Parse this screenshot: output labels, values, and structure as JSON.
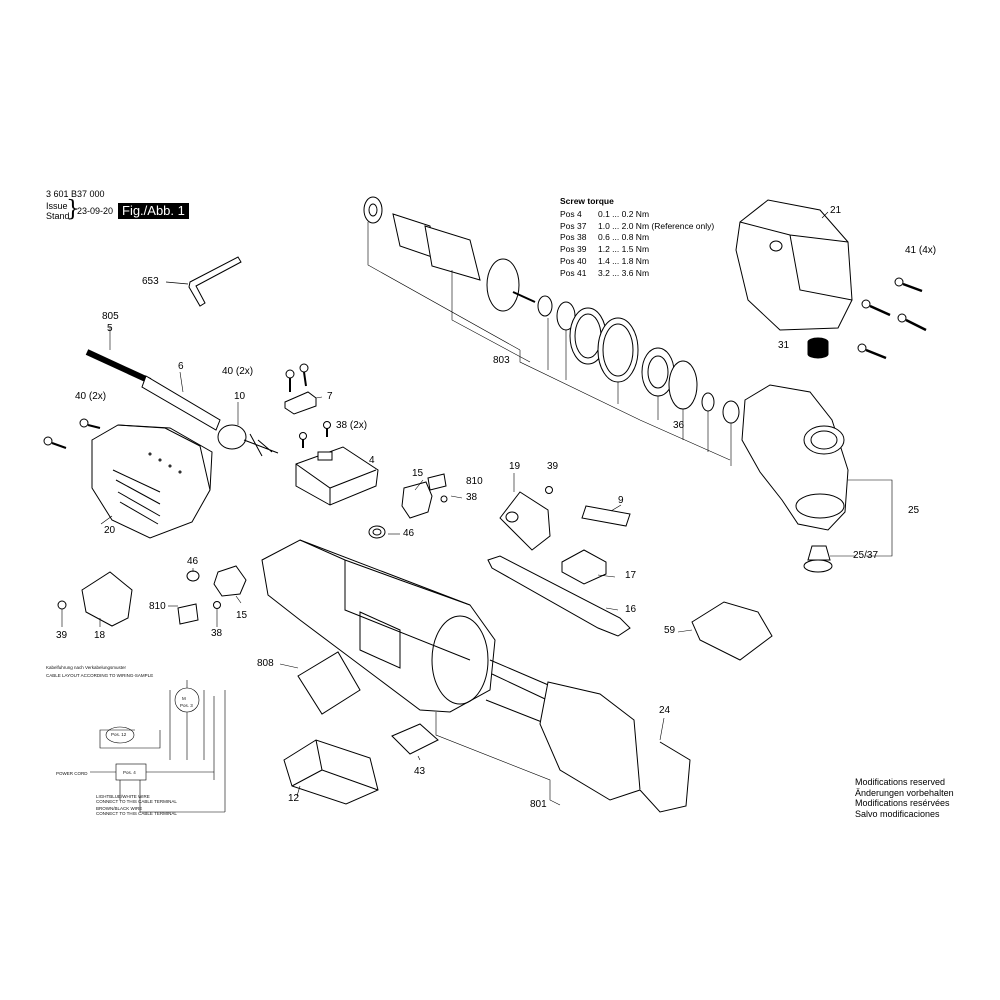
{
  "header": {
    "part_number": "3 601 B37 000",
    "issue_label": "Issue",
    "stand_label": "Stand",
    "date": "23-09-20",
    "figure_tag": "Fig./Abb. 1"
  },
  "screw_torque": {
    "title": "Screw torque",
    "rows": [
      {
        "pos": "Pos 4",
        "value": "0.1 ... 0.2 Nm"
      },
      {
        "pos": "Pos 37",
        "value": "1.0 ... 2.0 Nm (Reference only)"
      },
      {
        "pos": "Pos 38",
        "value": "0.6 ... 0.8 Nm"
      },
      {
        "pos": "Pos 39",
        "value": "1.2 ... 1.5 Nm"
      },
      {
        "pos": "Pos 40",
        "value": "1.4 ... 1.8 Nm"
      },
      {
        "pos": "Pos 41",
        "value": "3.2 ... 3.6 Nm"
      }
    ]
  },
  "part_labels": {
    "p653": "653",
    "p805": "805",
    "p5": "5",
    "p6": "6",
    "p40_2x_a": "40 (2x)",
    "p7": "7",
    "p40_2x_b": "40 (2x)",
    "p10": "10",
    "p38_2x": "38 (2x)",
    "p4": "4",
    "p20": "20",
    "p15_a": "15",
    "p810_a": "810",
    "p38_a": "38",
    "p46_a": "46",
    "p19": "19",
    "p39_a": "39",
    "p9": "9",
    "p803": "803",
    "p36": "36",
    "p21": "21",
    "p41_4x": "41 (4x)",
    "p31": "31",
    "p25": "25",
    "p25_37": "25/37",
    "p46_b": "46",
    "p15_b": "15",
    "p810_b": "810",
    "p38_b": "38",
    "p39_b": "39",
    "p18": "18",
    "p17": "17",
    "p16": "16",
    "p59": "59",
    "p808": "808",
    "p24": "24",
    "p43": "43",
    "p12": "12",
    "p801": "801"
  },
  "wiring": {
    "line1": "Kabelfuhrung nach Verkabelungsmuster",
    "line2": "CABLE LAYOUT ACCORDING TO WIRING-SAMPLE",
    "pos12": "Pos. 12",
    "pos3": "Pos. 3",
    "pos4": "Pos. 4",
    "motor": "M",
    "power_cord": "POWER CORD",
    "lightblue_1": "LIGHTBLUE/WHITE WIRE",
    "lightblue_2": "CONNECT TO THIS CABLE TERMINAL",
    "brown_1": "BROWN/BLACK WIRE",
    "brown_2": "CONNECT TO THIS CABLE TERMINAL"
  },
  "modifications": {
    "en": "Modifications reserved",
    "de": "Änderungen vorbehalten",
    "fr": "Modifications resérvées",
    "es": "Salvo modificaciones"
  }
}
